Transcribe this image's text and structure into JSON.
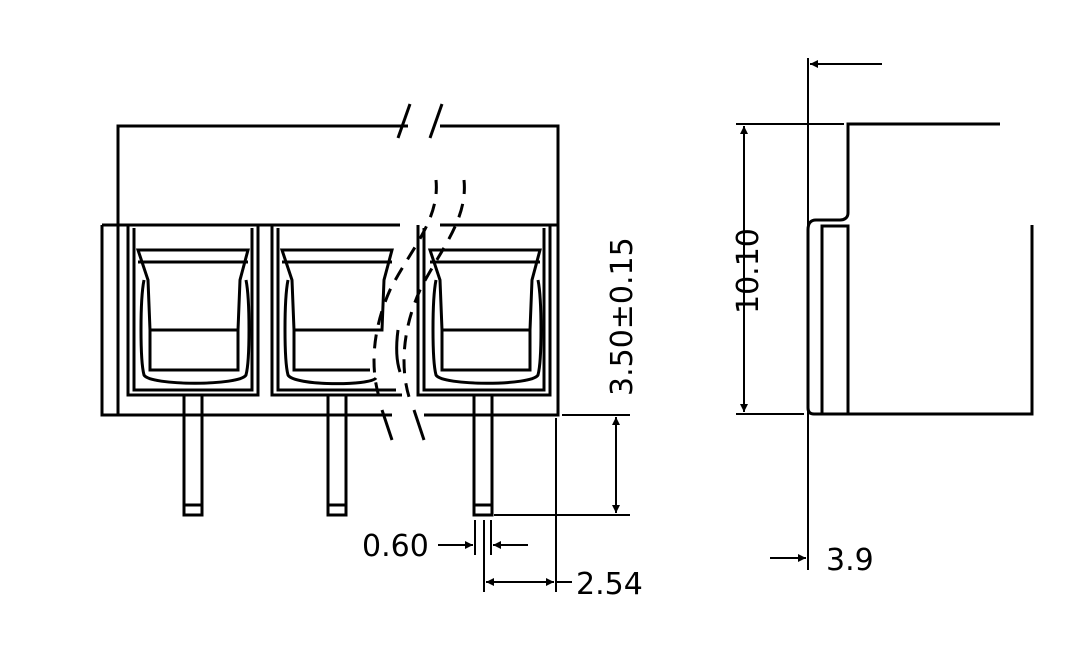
{
  "dimensions": {
    "pin_thickness": "0.60",
    "pin_pitch": "2.54",
    "pin_length": "3.50±0.15",
    "body_height": "10.10",
    "body_depth": "3.9"
  },
  "colors": {
    "line": "#000000",
    "background": "#ffffff"
  }
}
